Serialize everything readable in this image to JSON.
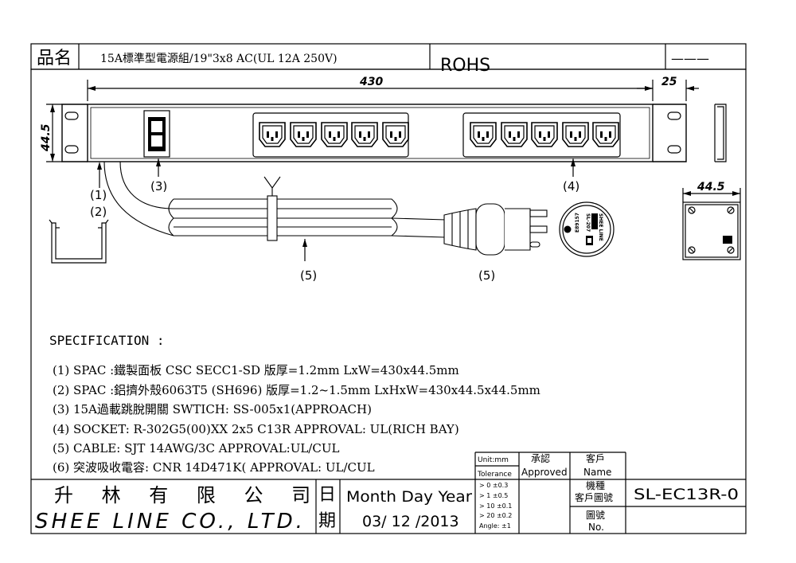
{
  "title_block": {
    "name_label": "品名",
    "product_name": "15A標準型電源組/19\"3x8 AC(UL 12A 250V)",
    "rohs": "ROHS",
    "dash": "———"
  },
  "drawing": {
    "dim_length": "430",
    "dim_ear": "25",
    "dim_height": "44.5",
    "dim_side": "44.5",
    "callouts": [
      "(1)",
      "(2)",
      "(3)",
      "(4)",
      "(5)",
      "(5)"
    ],
    "plug_text": [
      "SHEE LINE",
      "SL-207",
      "E89157"
    ]
  },
  "spec": {
    "heading": "SPECIFICATION  :",
    "lines": [
      "(1)  SPAC :鐵製面板 CSC SECC1-SD 版厚=1.2mm LxW=430x44.5mm",
      "(2)  SPAC :鋁擠外殼6063T5 (SH696) 版厚=1.2~1.5mm LxHxW=430x44.5x44.5mm",
      "(3) 15A過載跳脫開關 SWTICH: SS-005x1(APPROACH)",
      "(4) SOCKET: R-302G5(00)XX 2x5 C13R   APPROVAL: UL(RICH BAY)",
      "(5) CABLE: SJT 14AWG/3C   APPROVAL:UL/CUL",
      "(6) 突波吸收電容:  CNR 14D471K(   APPROVAL: UL/CUL"
    ]
  },
  "footer": {
    "company_cn": "升 林 有 限 公 司",
    "company_en": "SHEE LINE CO., LTD.",
    "date_char1": "日",
    "date_char2": "期",
    "date_label": "Month Day Year",
    "date_value": "03/ 12 /2013",
    "unit": "Unit:mm",
    "tolerance": "Tolerance",
    "tol_lines": [
      "> 0  ±0.3",
      "> 1  ±0.5",
      "> 10  ±0.1",
      "> 20  ±0.2",
      "Angle: ±1"
    ],
    "approve_cn": "承認",
    "approve_en": "Approved",
    "customer_cn": "客戶",
    "customer_en": "Name",
    "model_cn1": "機種",
    "model_cn2": "客戶圖號",
    "model_no": "SL-EC13R-0",
    "drawing_cn": "圖號",
    "drawing_en": "No."
  }
}
